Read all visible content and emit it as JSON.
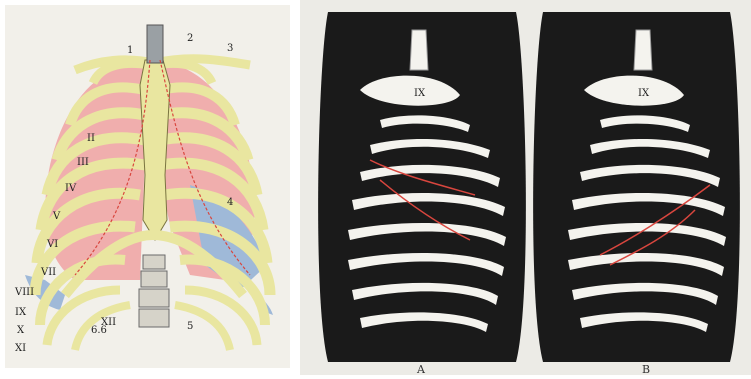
{
  "left_figure": {
    "labels": {
      "top_1": "1",
      "top_2": "2",
      "top_3": "3",
      "rib_II": "II",
      "rib_III": "III",
      "rib_IV": "IV",
      "rib_V": "V",
      "rib_VI": "VI",
      "rib_VII": "VII",
      "rib_VIII": "VIII",
      "rib_IX": "IX",
      "rib_X": "X",
      "rib_XI": "XI",
      "rib_XII": "XII",
      "right_4": "4",
      "bottom_5": "5",
      "bottom_6": "6.6"
    }
  },
  "right_figure": {
    "caption_A": "A",
    "caption_B": "B",
    "labels": {
      "A_clav": "IX",
      "B_clav": "IX"
    }
  },
  "colors": {
    "bone": "#e9e6a0",
    "bone_outline": "#7a7440",
    "lung_pink": "#f0a6a6",
    "pleura_blue": "#9fb9d8",
    "board_black": "#1a1a1a",
    "rib_white": "#f4f3ee",
    "red_line": "#d9463e"
  }
}
